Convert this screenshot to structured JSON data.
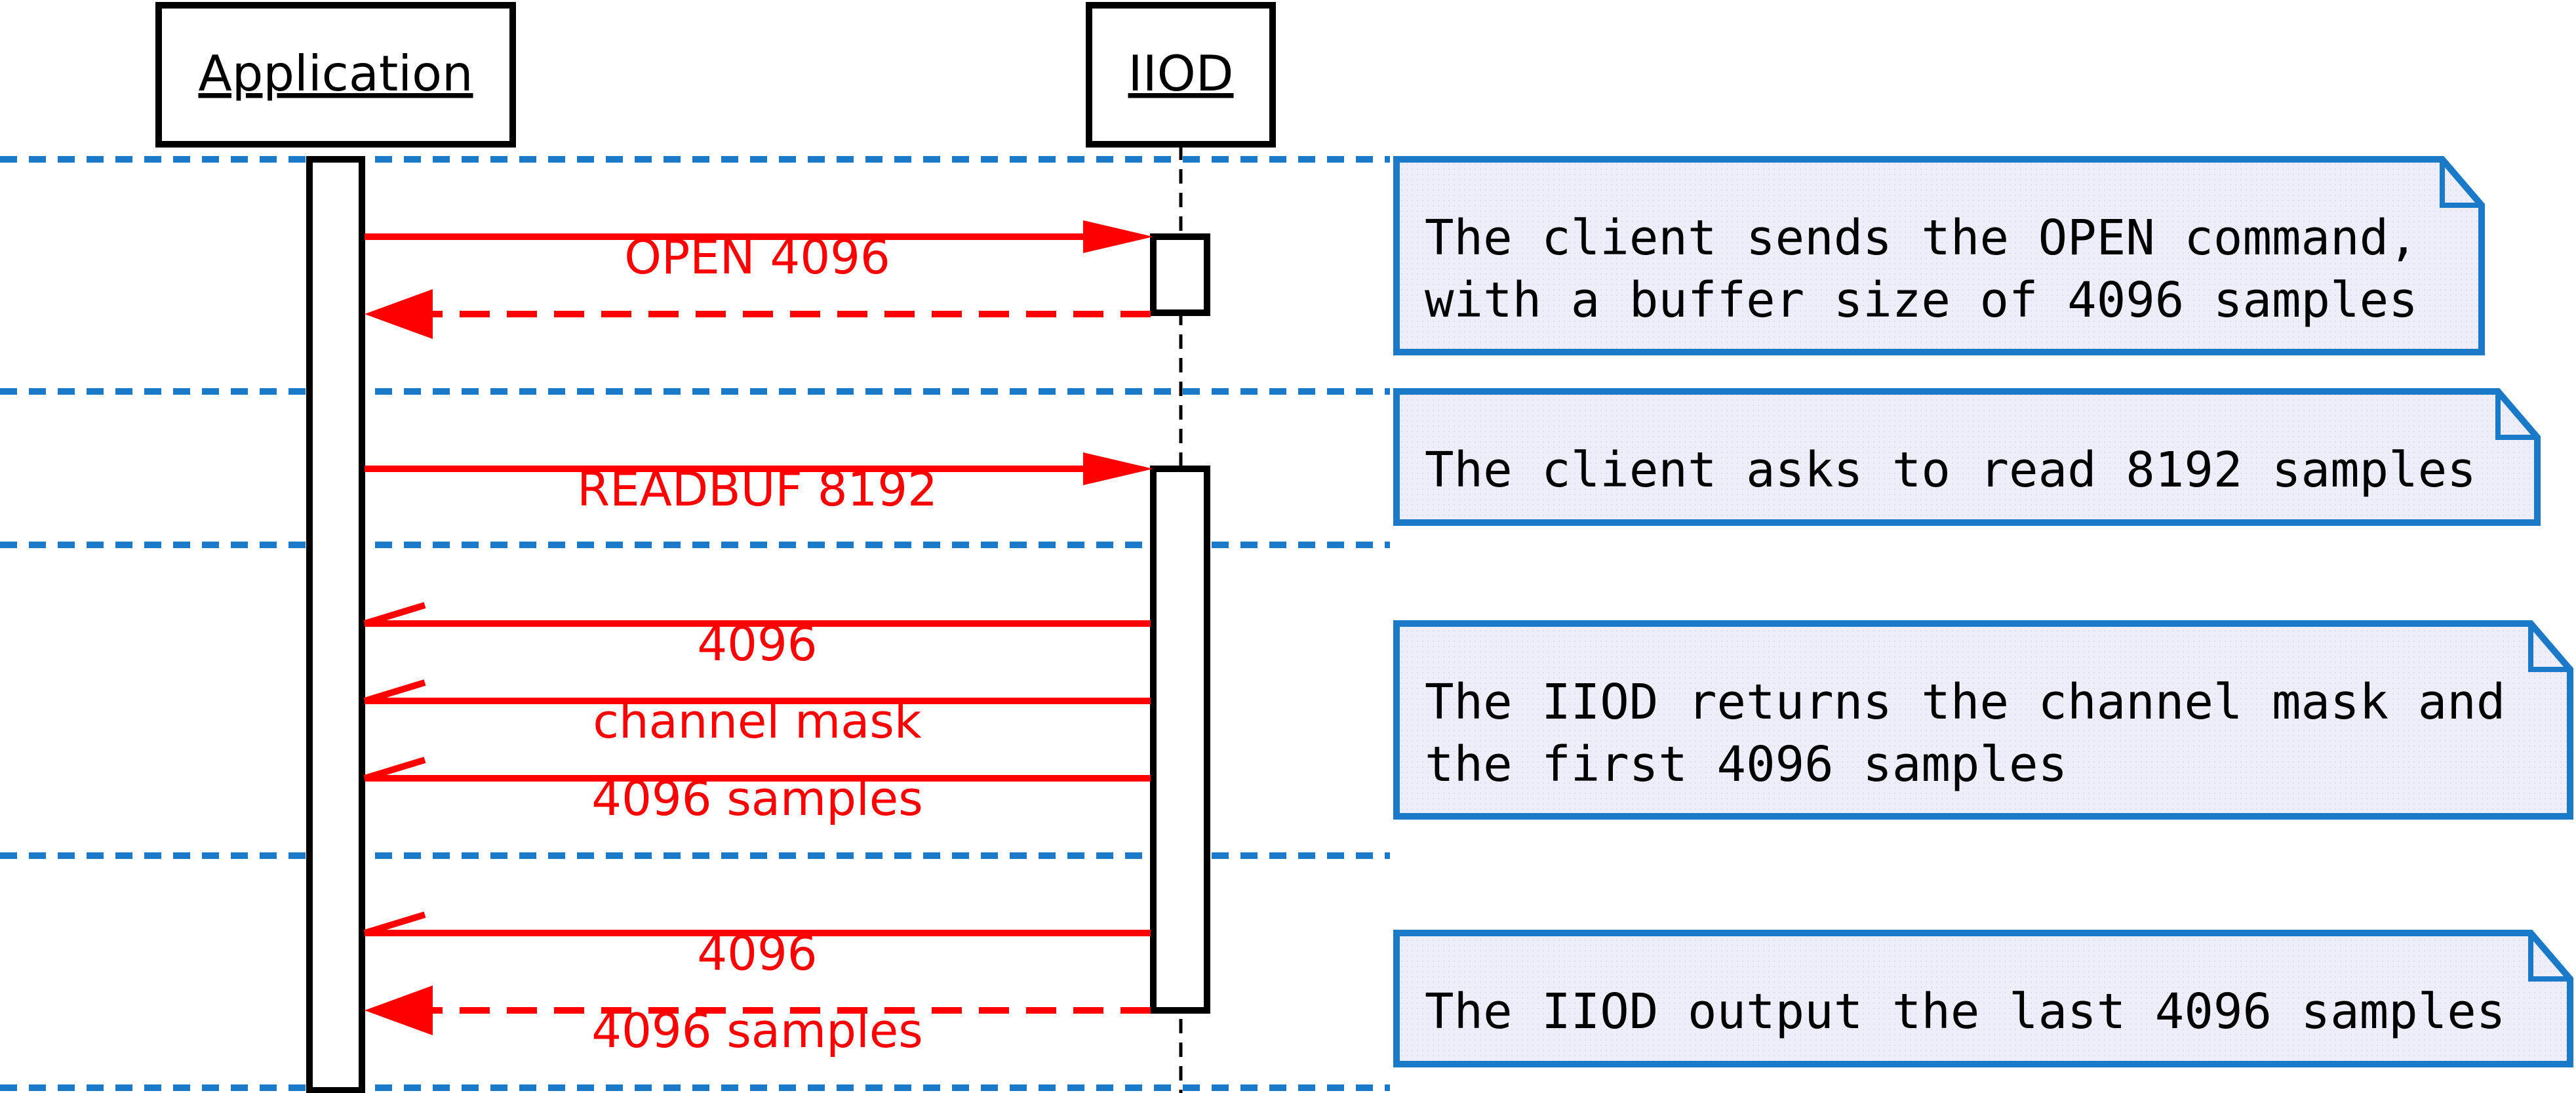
{
  "actors": {
    "application": "Application",
    "iiod": "IIOD"
  },
  "messages": [
    {
      "label": "OPEN 4096"
    },
    {
      "label": "READBUF 8192"
    },
    {
      "label": "4096"
    },
    {
      "label": "channel mask"
    },
    {
      "label": "4096 samples"
    },
    {
      "label": "4096"
    },
    {
      "label": "4096 samples"
    }
  ],
  "notes": [
    {
      "lines": [
        "The client sends the OPEN command,",
        "with a buffer size of 4096 samples"
      ]
    },
    {
      "lines": [
        "The client asks to read 8192 samples"
      ]
    },
    {
      "lines": [
        "The IIOD returns the channel mask and",
        "the first 4096 samples"
      ]
    },
    {
      "lines": [
        "The IIOD output the last 4096 samples"
      ]
    }
  ],
  "colors": {
    "message": "#ff0000",
    "separator": "#1a7ac8",
    "note_border": "#1a7ac8",
    "note_fill": "#eeeefa"
  }
}
